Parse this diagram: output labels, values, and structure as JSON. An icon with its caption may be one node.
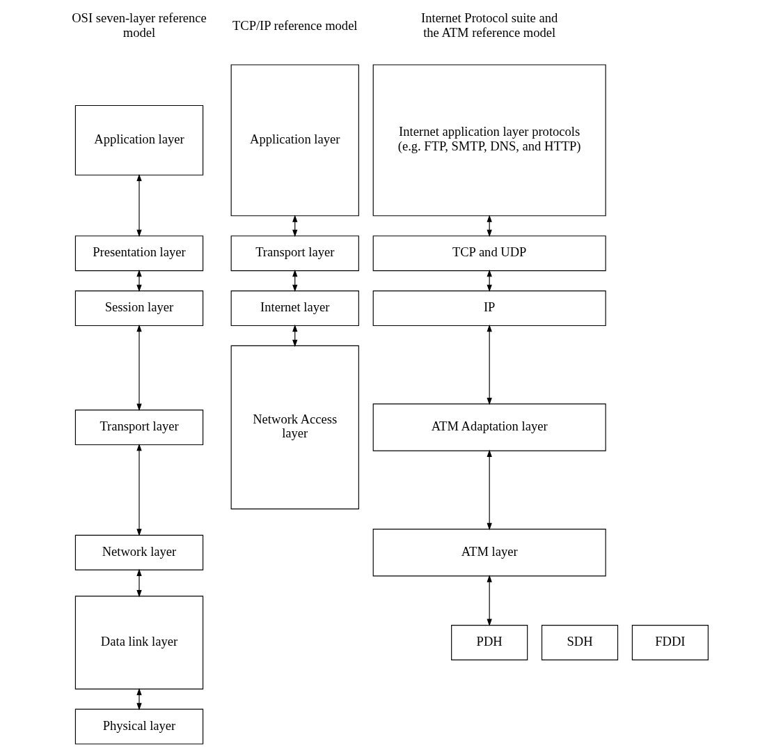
{
  "diagram": {
    "nodes": [
      {
        "text": [
          "Application layer"
        ]
      },
      {
        "text": [
          "Presentation layer"
        ]
      },
      {
        "text": [
          "Session layer"
        ]
      },
      {
        "text": [
          "Transport layer"
        ]
      },
      {
        "text": [
          "Network layer"
        ]
      },
      {
        "text": [
          "Data link layer"
        ]
      },
      {
        "text": [
          "Physical layer"
        ]
      },
      {
        "text": [
          "Application layer"
        ]
      },
      {
        "text": [
          "Transport layer"
        ]
      },
      {
        "text": [
          "Internet layer"
        ]
      },
      {
        "text": [
          "Network Access layer"
        ]
      },
      {
        "text": [
          "Internet application layer protocols (e.g. FTP, SMTP, DNS, and HTTP)"
        ]
      },
      {
        "text": [
          "TCP and UDP"
        ]
      },
      {
        "text": [
          "IP"
        ]
      },
      {
        "text": [
          "ATM Adaptation layer"
        ]
      },
      {
        "text": [
          "ATM layer"
        ]
      },
      {
        "text": [
          "FDDI"
        ]
      },
      {
        "text": [
          "PDH"
        ]
      },
      {
        "text": [
          "SDH"
        ]
      }
    ],
    "edges": [
      {
        "from": 0,
        "to": 1,
        "arrow": "both"
      },
      {
        "from": 1,
        "to": 2,
        "arrow": "both"
      },
      {
        "from": 2,
        "to": 3,
        "arrow": "both"
      },
      {
        "from": 3,
        "to": 4,
        "arrow": "both"
      },
      {
        "from": 4,
        "to": 5,
        "arrow": "both"
      },
      {
        "from": 5,
        "to": 6,
        "arrow": "both"
      },
      {
        "from": 7,
        "to": 8,
        "arrow": "both"
      },
      {
        "from": 8,
        "to": 9,
        "arrow": "both"
      },
      {
        "from": 9,
        "to": 10,
        "arrow": "both"
      },
      {
        "from": 11,
        "to": 12,
        "arrow": "both"
      },
      {
        "from": 12,
        "to": 13,
        "arrow": "both"
      },
      {
        "from": 13,
        "to": 14,
        "arrow": "both"
      },
      {
        "from": 14,
        "to": 15,
        "arrow": "both"
      },
      {
        "from": 15,
        "to": 17,
        "arrow": "both"
      }
    ],
    "labels": [
      "OSI seven-layer reference model",
      "TCP/IP reference model",
      "Internet Protocol suite and the ATM reference model"
    ]
  }
}
